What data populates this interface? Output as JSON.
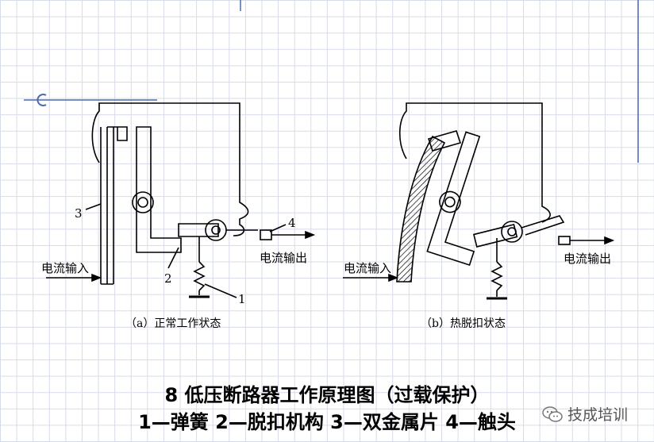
{
  "labels": {
    "n3": "3",
    "n2": "2",
    "n1": "1",
    "n4": "4",
    "input_a": "电流输入",
    "output_a": "电流输出",
    "input_b": "电流输入",
    "output_b": "电流输出",
    "sub_a": "（a）正常工作状态",
    "sub_b": "（b）热脱扣状态"
  },
  "caption": {
    "title": "8  低压断路器工作原理图（过载保护）",
    "legend": "1—弹簧  2—脱扣机构  3—双金属片  4—触头"
  },
  "watermark": {
    "text": "技成培训",
    "icon": "wechat-icon"
  }
}
